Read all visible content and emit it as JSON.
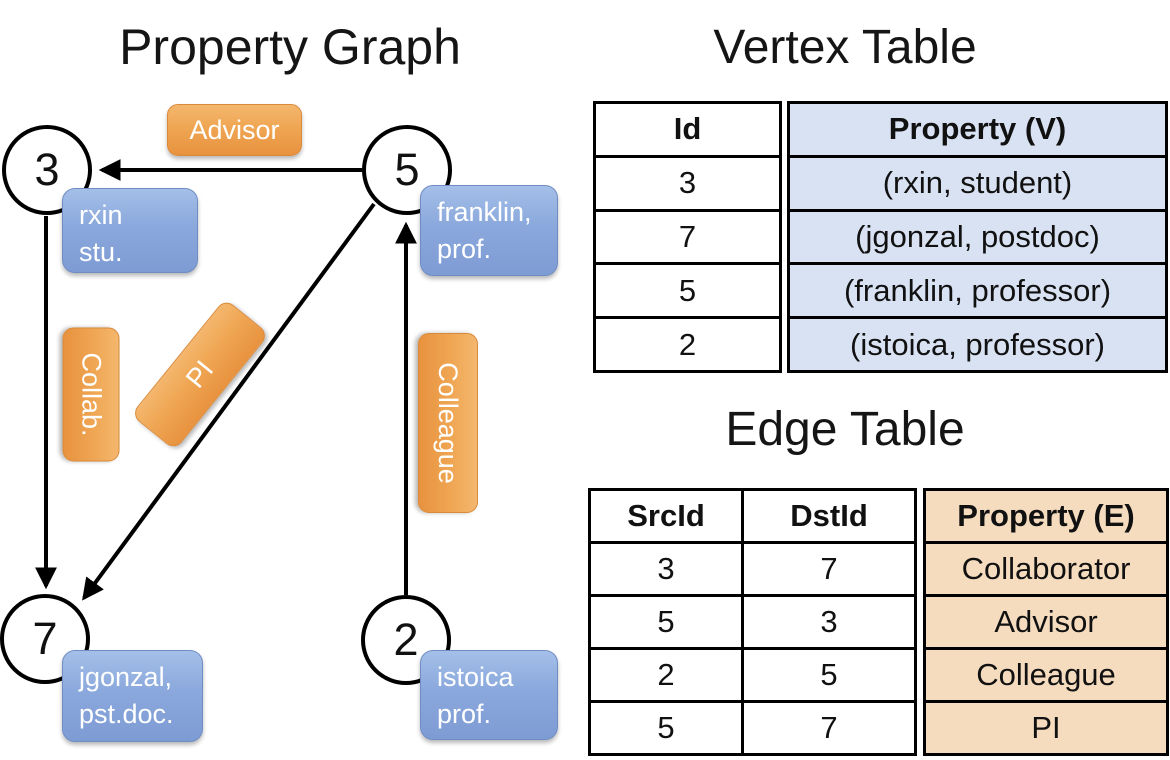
{
  "colors": {
    "edge_label_orange": "#efa653",
    "vertex_box_blue": "#8aa8dc",
    "vertex_table_fill": "#d9e2f3",
    "edge_table_fill": "#f5dcbe",
    "line_black": "#000000"
  },
  "graph_panel": {
    "title": "Property Graph",
    "nodes": {
      "n3": {
        "id": "3",
        "box_line1": "rxin",
        "box_line2": "stu."
      },
      "n5": {
        "id": "5",
        "box_line1": "franklin,",
        "box_line2": "prof."
      },
      "n7": {
        "id": "7",
        "box_line1": "jgonzal,",
        "box_line2": "pst.doc."
      },
      "n2": {
        "id": "2",
        "box_line1": "istoica",
        "box_line2": "prof."
      }
    },
    "edge_labels": {
      "advisor": "Advisor",
      "collab": "Collab.",
      "pi": "PI",
      "colleague": "Colleague"
    }
  },
  "vertex_table": {
    "title": "Vertex Table",
    "headers": {
      "id": "Id",
      "property": "Property (V)"
    },
    "rows": [
      {
        "id": "3",
        "property": "(rxin, student)"
      },
      {
        "id": "7",
        "property": "(jgonzal, postdoc)"
      },
      {
        "id": "5",
        "property": "(franklin, professor)"
      },
      {
        "id": "2",
        "property": "(istoica, professor)"
      }
    ]
  },
  "edge_table": {
    "title": "Edge Table",
    "headers": {
      "src": "SrcId",
      "dst": "DstId",
      "property": "Property (E)"
    },
    "rows": [
      {
        "src": "3",
        "dst": "7",
        "property": "Collaborator"
      },
      {
        "src": "5",
        "dst": "3",
        "property": "Advisor"
      },
      {
        "src": "2",
        "dst": "5",
        "property": "Colleague"
      },
      {
        "src": "5",
        "dst": "7",
        "property": "PI"
      }
    ]
  }
}
